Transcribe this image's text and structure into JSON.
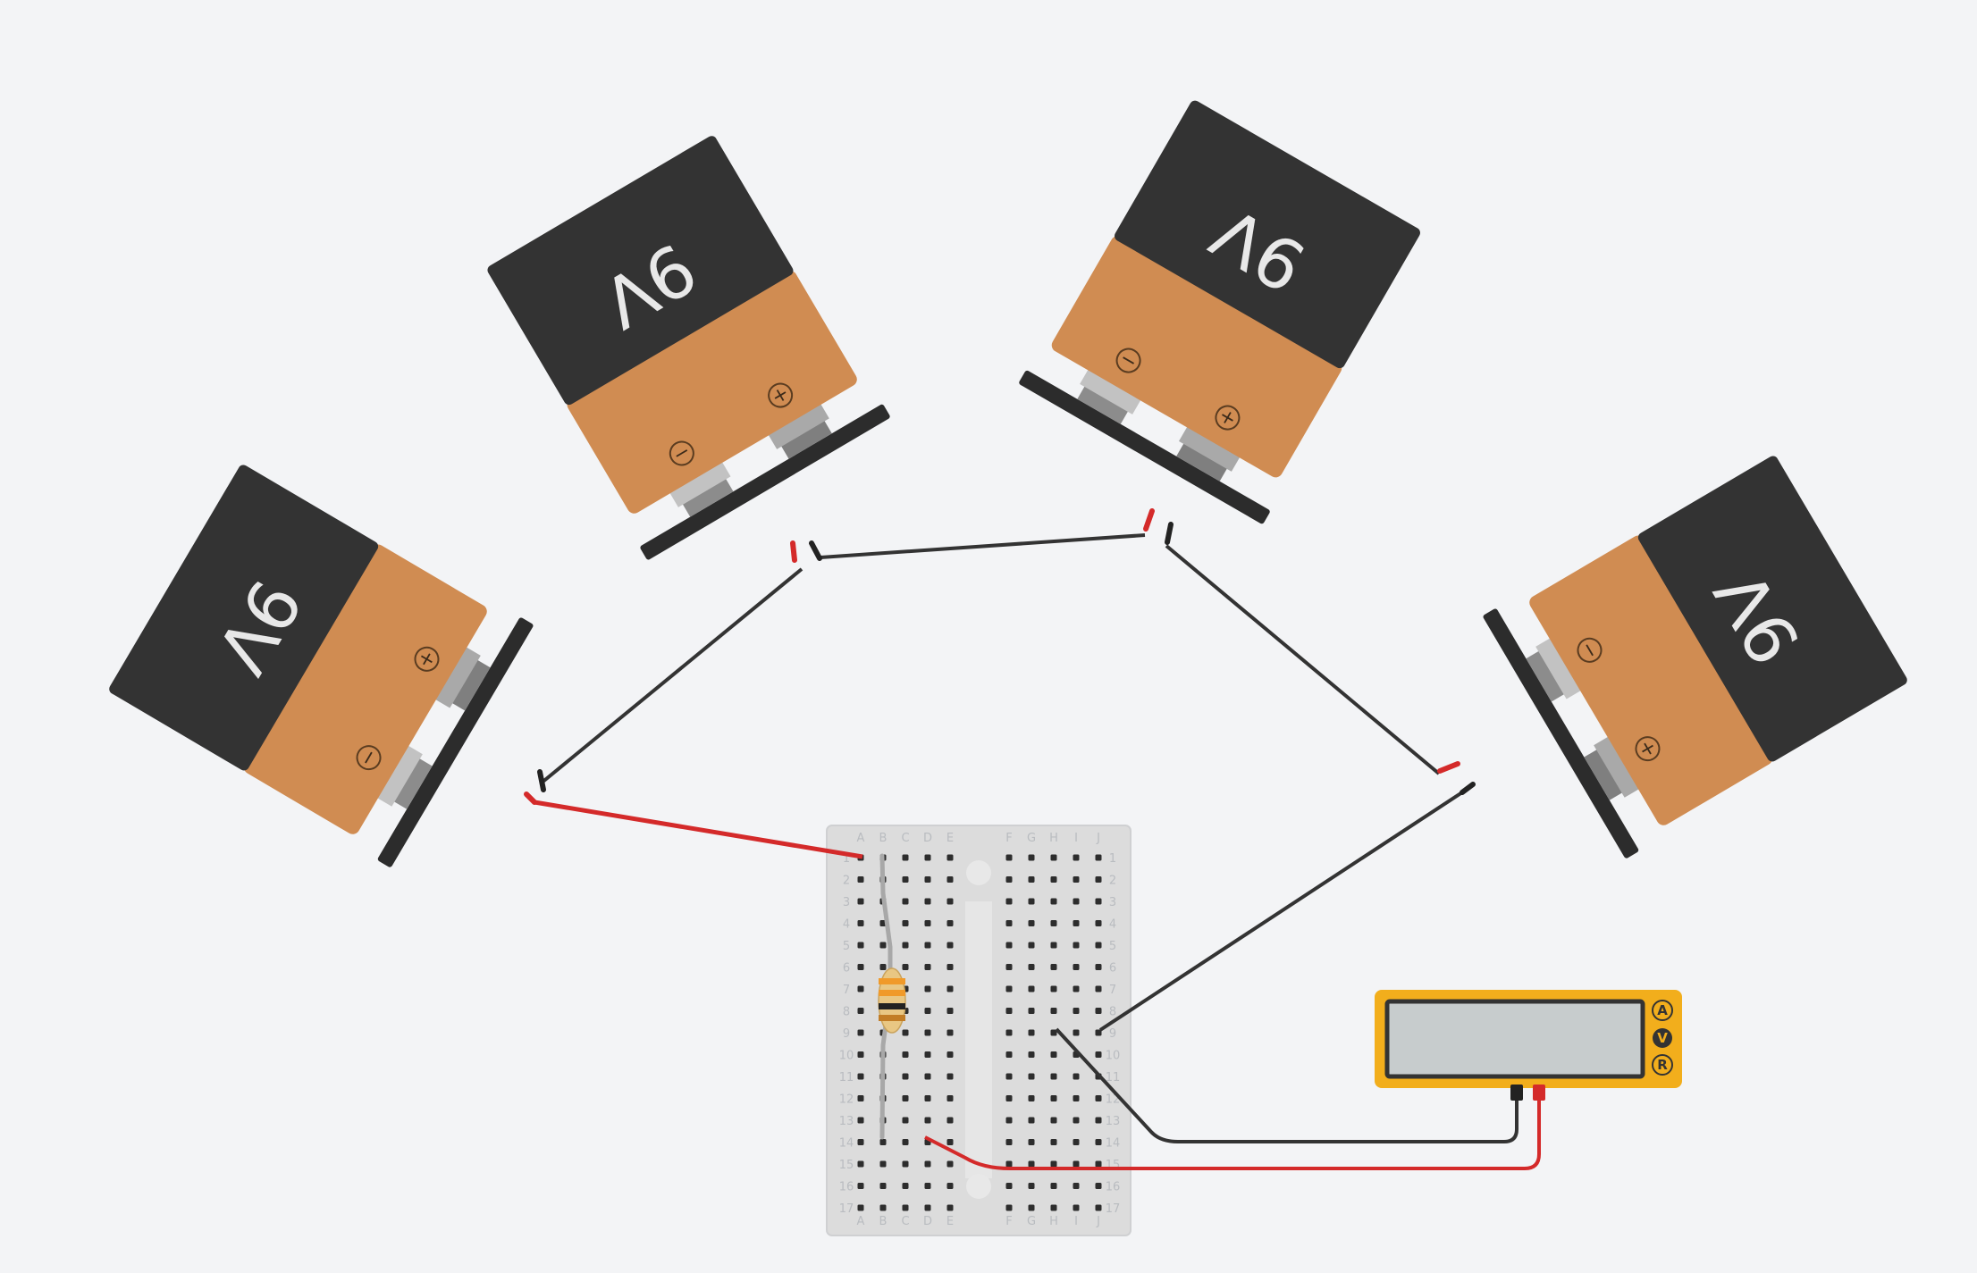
{
  "colors": {
    "background": "#f3f4f6",
    "battery_body": "#333333",
    "battery_band": "#d08c52",
    "wire_black": "#333333",
    "wire_red": "#d42a2a",
    "breadboard": "#dcdcdc",
    "multimeter_body": "#f2ae1c",
    "multimeter_screen": "#c7cccd"
  },
  "batteries": [
    {
      "label": "9V",
      "plus": "+",
      "minus": "−"
    },
    {
      "label": "9V",
      "plus": "+",
      "minus": "−"
    },
    {
      "label": "9V",
      "plus": "+",
      "minus": "−"
    },
    {
      "label": "9V",
      "plus": "+",
      "minus": "−"
    }
  ],
  "breadboard": {
    "columns_left": [
      "A",
      "B",
      "C",
      "D",
      "E"
    ],
    "columns_right": [
      "F",
      "G",
      "H",
      "I",
      "J"
    ],
    "rows": [
      "1",
      "2",
      "3",
      "4",
      "5",
      "6",
      "7",
      "8",
      "9",
      "10",
      "11",
      "12",
      "13",
      "14",
      "15",
      "16",
      "17"
    ]
  },
  "multimeter": {
    "buttons": [
      "A",
      "V",
      "R"
    ],
    "reading": ""
  }
}
